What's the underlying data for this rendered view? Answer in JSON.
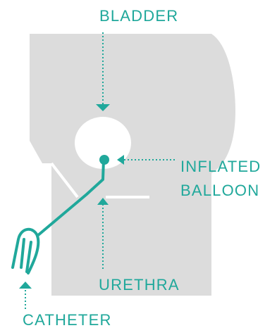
{
  "colors": {
    "accent": "#20a89b",
    "body_gray": "#dcdcdc",
    "background": "#ffffff"
  },
  "labels": {
    "bladder": "BLADDER",
    "inflated_balloon_line1": "INFLATED",
    "inflated_balloon_line2": "BALLOON",
    "urethra": "URETHRA",
    "catheter": "CATHETER"
  }
}
